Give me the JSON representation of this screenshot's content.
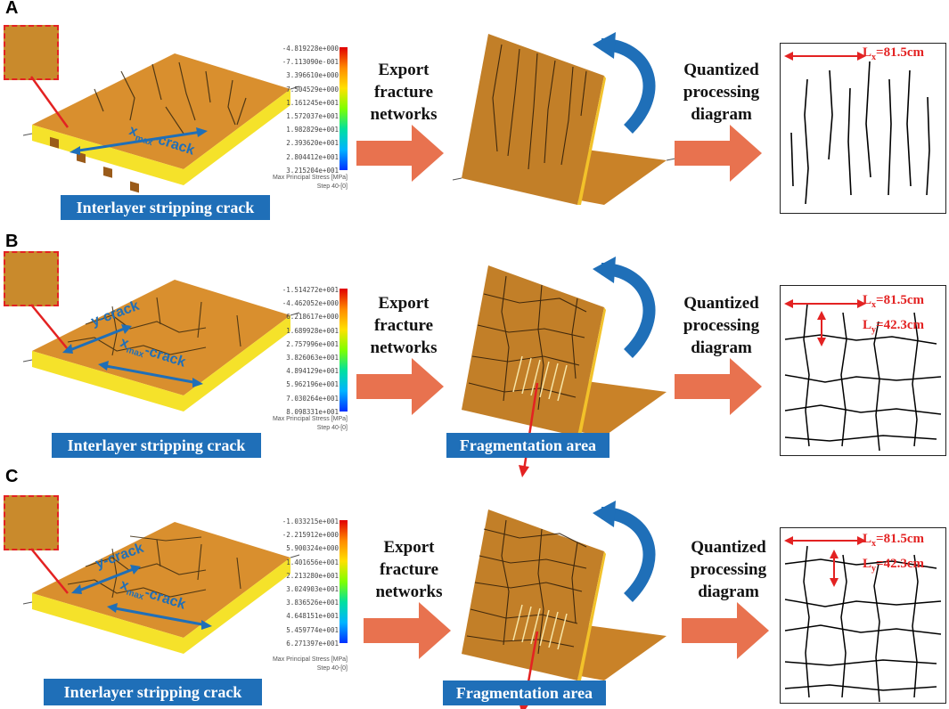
{
  "panels": [
    {
      "letter": "A",
      "legend_values": [
        "-4.819228e+000",
        "-7.113090e-001",
        "3.396610e+000",
        "7.504529e+000",
        "1.161245e+001",
        "1.572037e+001",
        "1.982829e+001",
        "2.393620e+001",
        "2.804412e+001",
        "3.215204e+001"
      ],
      "legend_caption_1": "Max Principal Stress [MPa]",
      "legend_caption_2": "Step 40-[0]",
      "crack_label_x_main": "x",
      "crack_label_x_sub": "max",
      "crack_label_x_tail": "-crack",
      "stripping_label": "Interlayer stripping crack",
      "export_label": [
        "Export",
        "fracture",
        "networks"
      ],
      "quantized_label": [
        "Quantized",
        "processing",
        "diagram"
      ],
      "lx_main": "L",
      "lx_sub": "x",
      "lx_val": "=81.5cm"
    },
    {
      "letter": "B",
      "legend_values": [
        "-1.514272e+001",
        "-4.462052e+000",
        "6.218617e+000",
        "1.689928e+001",
        "2.757996e+001",
        "3.826063e+001",
        "4.894129e+001",
        "5.962196e+001",
        "7.030264e+001",
        "8.098331e+001"
      ],
      "legend_caption_1": "Max Principal Stress [MPa]",
      "legend_caption_2": "Step 40-[0]",
      "crack_label_y": "y-crack",
      "crack_label_x_main": "x",
      "crack_label_x_sub": "max",
      "crack_label_x_tail": "-crack",
      "stripping_label": "Interlayer stripping crack",
      "export_label": [
        "Export",
        "fracture",
        "networks"
      ],
      "fragmentation_label": "Fragmentation area",
      "quantized_label": [
        "Quantized",
        "processing",
        "diagram"
      ],
      "lx_main": "L",
      "lx_sub": "x",
      "lx_val": "=81.5cm",
      "ly_main": "L",
      "ly_sub": "y",
      "ly_val": "=42.3cm"
    },
    {
      "letter": "C",
      "legend_values": [
        "-1.033215e+001",
        "-2.215912e+000",
        "5.900324e+000",
        "1.401656e+001",
        "2.213280e+001",
        "3.024903e+001",
        "3.836526e+001",
        "4.648151e+001",
        "5.459774e+001",
        "6.271397e+001"
      ],
      "legend_caption_1": "Max Principal Stress [MPa]",
      "legend_caption_2": "Step 40-[0]",
      "crack_label_y": "y-crack",
      "crack_label_x_main": "x",
      "crack_label_x_sub": "max",
      "crack_label_x_tail": "-crack",
      "stripping_label": "Interlayer stripping crack",
      "export_label": [
        "Export",
        "fracture",
        "networks"
      ],
      "fragmentation_label": "Fragmentation area",
      "quantized_label": [
        "Quantized",
        "processing",
        "diagram"
      ],
      "lx_main": "L",
      "lx_sub": "x",
      "lx_val": "=81.5cm",
      "ly_main": "L",
      "ly_sub": "y",
      "ly_val": "=42.3cm"
    }
  ],
  "colors": {
    "label_blue": "#1f6fb8",
    "arrow_orange": "#e8724f",
    "measure_red": "#e32222",
    "slab_orange": "#d8902a",
    "slab_yellow": "#f5e22a"
  }
}
